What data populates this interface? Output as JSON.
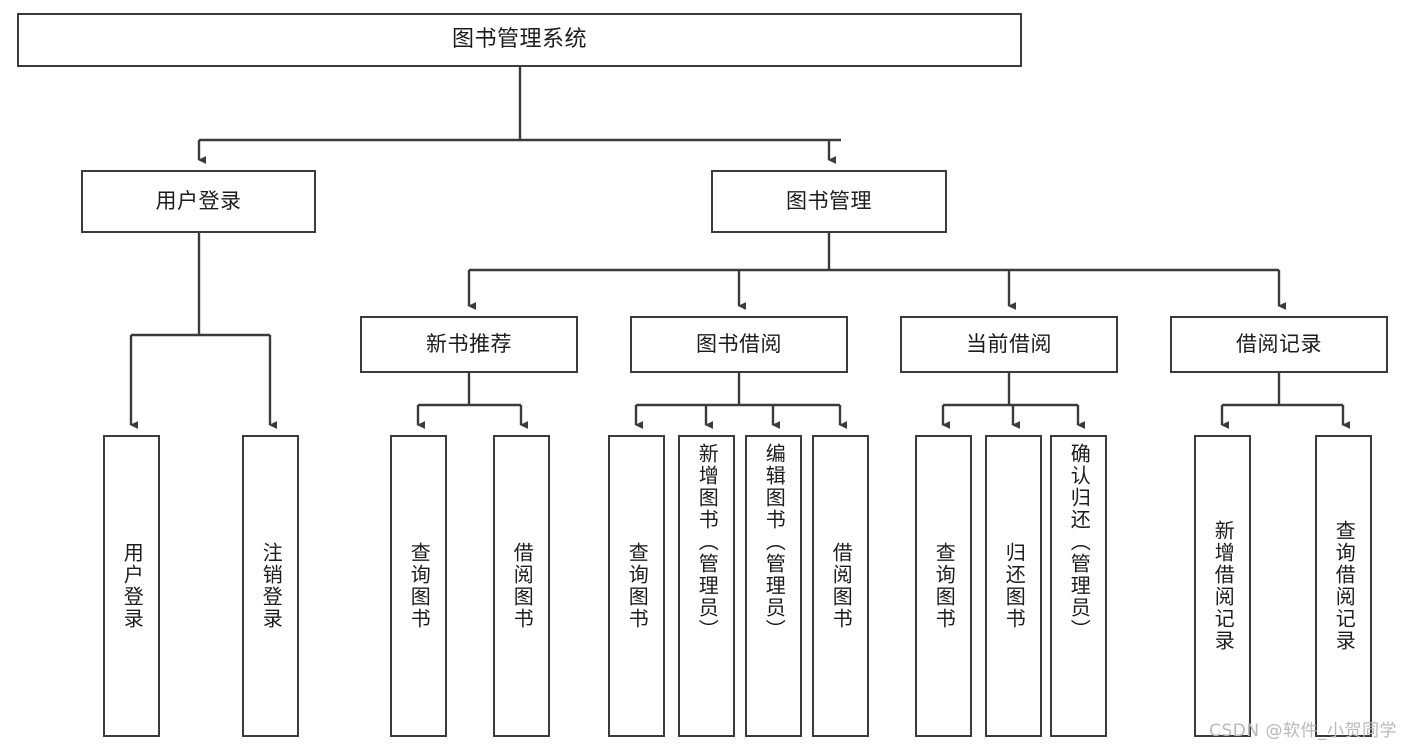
{
  "diagram": {
    "title": "图书管理系统",
    "watermark": "CSDN @软件_小贺同学",
    "colors": {
      "box_border": "#3b3b3b",
      "box_fill": "#ffffff",
      "edge": "#3b3b3b",
      "text": "#1c1c1c",
      "watermark": "#b9b9b9",
      "background": "#ffffff"
    },
    "nodes": {
      "root": {
        "label": "图书管理系统"
      },
      "level1": [
        {
          "id": "user-login",
          "label": "用户登录"
        },
        {
          "id": "book-management",
          "label": "图书管理"
        }
      ],
      "level2": [
        {
          "id": "new-book-recommend",
          "label": "新书推荐"
        },
        {
          "id": "book-borrow",
          "label": "图书借阅"
        },
        {
          "id": "current-borrow",
          "label": "当前借阅"
        },
        {
          "id": "borrow-record",
          "label": "借阅记录"
        }
      ],
      "leaves": {
        "user-login": [
          {
            "id": "leaf-user-login",
            "label": "用户登录"
          },
          {
            "id": "leaf-user-logout",
            "label": "注销登录"
          }
        ],
        "new-book-recommend": [
          {
            "id": "leaf-query-book-1",
            "label": "查询图书"
          },
          {
            "id": "leaf-borrow-book-1",
            "label": "借阅图书"
          }
        ],
        "book-borrow": [
          {
            "id": "leaf-query-book-2",
            "label": "查询图书"
          },
          {
            "id": "leaf-add-book",
            "label": "新增图书（管理员）"
          },
          {
            "id": "leaf-edit-book",
            "label": "编辑图书（管理员）"
          },
          {
            "id": "leaf-borrow-book-2",
            "label": "借阅图书"
          }
        ],
        "current-borrow": [
          {
            "id": "leaf-query-book-3",
            "label": "查询图书"
          },
          {
            "id": "leaf-return-book",
            "label": "归还图书"
          },
          {
            "id": "leaf-confirm-return",
            "label": "确认归还（管理员）"
          }
        ],
        "borrow-record": [
          {
            "id": "leaf-add-record",
            "label": "新增借阅记录"
          },
          {
            "id": "leaf-query-record",
            "label": "查询借阅记录"
          }
        ]
      }
    }
  }
}
